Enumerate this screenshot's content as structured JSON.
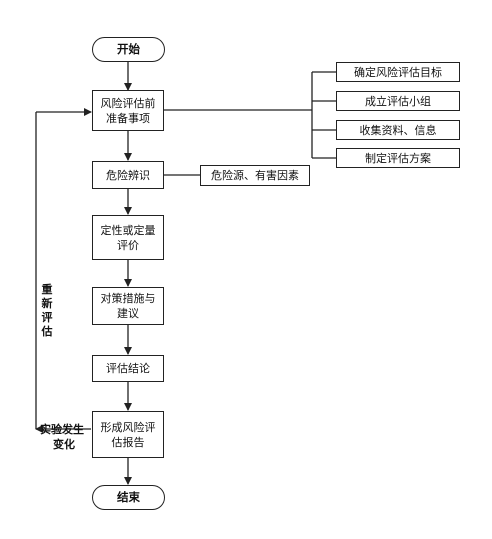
{
  "nodes": {
    "start": "开始",
    "prep_line1": "风险评估前",
    "prep_line2": "准备事项",
    "identify": "危险辨识",
    "qual_line1": "定性或定量",
    "qual_line2": "评价",
    "measures_line1": "对策措施与",
    "measures_line2": "建议",
    "conclusion": "评估结论",
    "report_line1": "形成风险评",
    "report_line2": "估报告",
    "end": "结束"
  },
  "side": {
    "goal": "确定风险评估目标",
    "team": "成立评估小组",
    "collect": "收集资料、信息",
    "plan": "制定评估方案",
    "hazard": "危险源、有害因素"
  },
  "loop": {
    "reassess": [
      "重",
      "新",
      "评",
      "估"
    ],
    "trigger_line1": "实验发生",
    "trigger_line2": "变化"
  }
}
